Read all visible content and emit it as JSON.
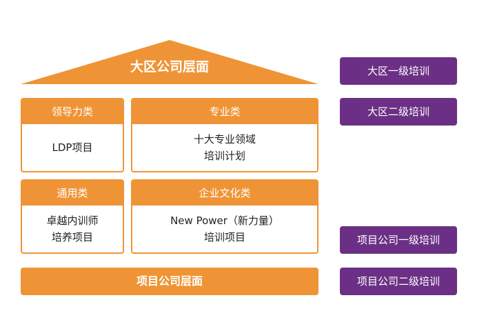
{
  "colors": {
    "orange": "#ef9436",
    "purple": "#6b3085",
    "text_dark": "#222222",
    "white": "#ffffff"
  },
  "roof": {
    "title": "大区公司层面"
  },
  "cards": {
    "leadership": {
      "header": "领导力类",
      "lines": [
        "LDP项目"
      ]
    },
    "professional": {
      "header": "专业类",
      "lines": [
        "十大专业领域",
        "培训计划"
      ]
    },
    "general": {
      "header": "通用类",
      "lines": [
        "卓越内训师",
        "培养项目"
      ]
    },
    "culture": {
      "header": "企业文化类",
      "lines": [
        "New Power（新力量）",
        "培训项目"
      ]
    }
  },
  "base": {
    "title": "项目公司层面"
  },
  "training_levels": [
    "大区一级培训",
    "大区二级培训",
    "项目公司一级培训",
    "项目公司二级培训"
  ]
}
